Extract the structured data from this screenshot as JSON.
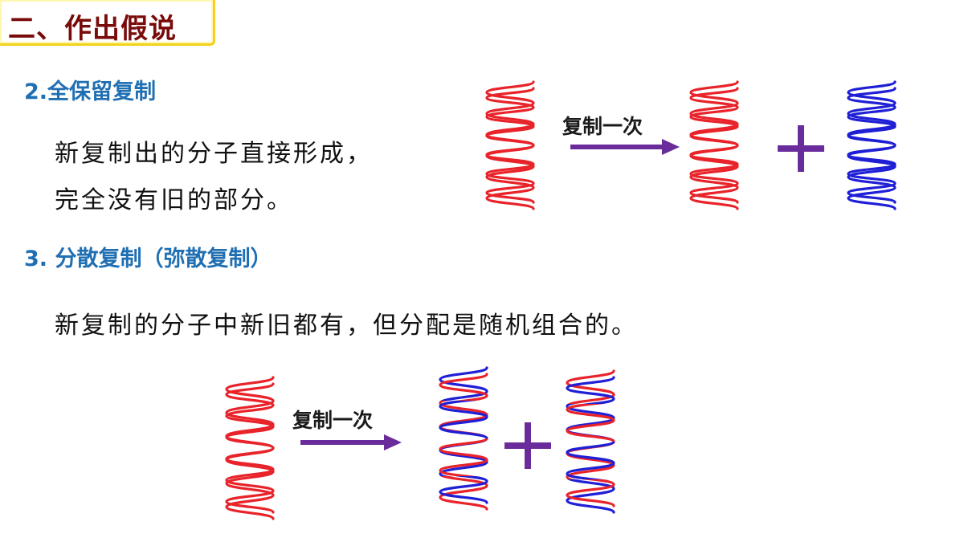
{
  "section_title": "二、作出假说",
  "items": [
    {
      "heading": "2.全保留复制",
      "lines": [
        "新复制出的分子直接形成，",
        "完全没有旧的部分。"
      ],
      "arrow_label": "复制一次"
    },
    {
      "heading": "3. 分散复制（弥散复制）",
      "lines": [
        "新复制的分子中新旧都有，但分配是随机组合的。"
      ],
      "arrow_label": "复制一次"
    }
  ],
  "colors": {
    "old_strand": "#e8232a",
    "new_strand": "#1f1fd6",
    "arrow": "#6a2c9a",
    "plus": "#6a2c9a",
    "heading": "#1f6fb2",
    "title": "#7a0b0b",
    "title_border": "#f2d21a"
  }
}
